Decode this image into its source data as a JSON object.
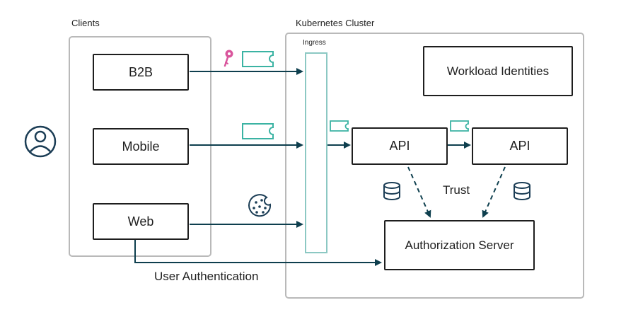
{
  "groups": {
    "clients_title": "Clients",
    "cluster_title": "Kubernetes Cluster",
    "ingress_label": "Ingress"
  },
  "nodes": {
    "b2b": "B2B",
    "mobile": "Mobile",
    "web": "Web",
    "workload_identities": "Workload Identities",
    "api_1": "API",
    "api_2": "API",
    "authorization_server": "Authorization Server"
  },
  "labels": {
    "trust": "Trust",
    "user_authentication": "User Authentication"
  },
  "icons": {
    "user": "user-icon",
    "key": "key-icon",
    "token": "token-ticket-icon",
    "cookie": "cookie-icon",
    "database": "database-icon"
  },
  "colors": {
    "arrow": "#0e3f4e",
    "token": "#3bb3a3",
    "key": "#d9559c",
    "icon_dark": "#1b3d55",
    "node_border": "#1e1e1e",
    "group_border": "#b9b9b9",
    "ingress_border": "#8cc8c3"
  }
}
